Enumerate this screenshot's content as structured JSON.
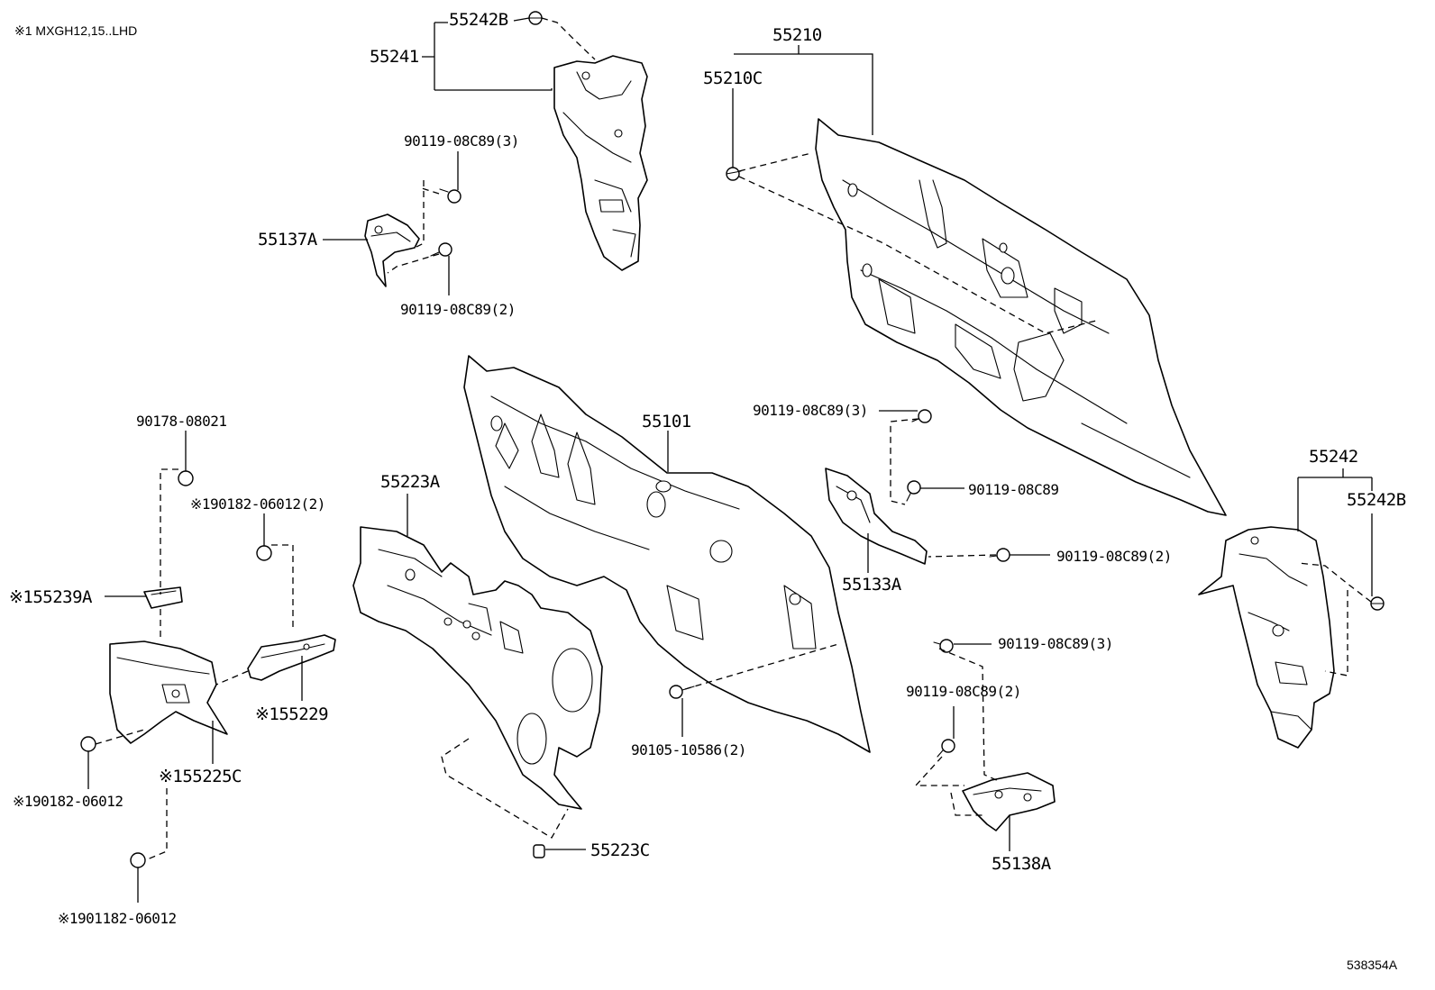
{
  "header_note": "※1 MXGH12,15..LHD",
  "figure_code": "538354A",
  "parts": {
    "p55242B_top": "55242B",
    "p55241": "55241",
    "p90119_3_a": "90119-08C89(3)",
    "p55137A": "55137A",
    "p90119_2_a": "90119-08C89(2)",
    "p55210": "55210",
    "p55210C": "55210C",
    "p90178": "90178-08021",
    "p190182_2": "※190182-06012(2)",
    "p55239A": "※155239A",
    "p55229": "※155229",
    "p55225C": "※155225C",
    "p190182_b": "※190182-06012",
    "p1901182": "※1901182-06012",
    "p55223A": "55223A",
    "p55101": "55101",
    "p55223C": "55223C",
    "p90105": "90105-10586(2)",
    "p90119_3_b": "90119-08C89(3)",
    "p90119_c": "90119-08C89",
    "p55133A": "55133A",
    "p90119_2_b": "90119-08C89(2)",
    "p90119_3_c": "90119-08C89(3)",
    "p90119_2_c": "90119-08C89(2)",
    "p55138A": "55138A",
    "p55242": "55242",
    "p55242B_right": "55242B"
  }
}
